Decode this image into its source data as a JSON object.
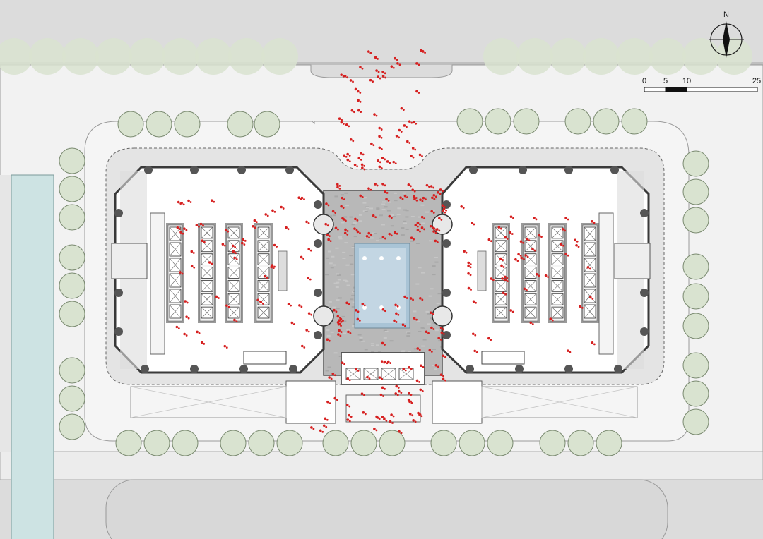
{
  "compass": {
    "north_label": "N"
  },
  "scale_bar": {
    "ticks": [
      "0",
      "5",
      "10",
      "25"
    ]
  },
  "colors": {
    "background": "#dcdcdc",
    "road": "#f2f2f2",
    "tree_fill": "#d9e3d0",
    "tree_stroke": "#7a8a70",
    "canal": "#cde3e3",
    "building": "#ffffff",
    "plaza": "#b8b8b8",
    "pool": "#a9c4d6",
    "people": "#d62020",
    "wall": "#4a4a4a"
  }
}
